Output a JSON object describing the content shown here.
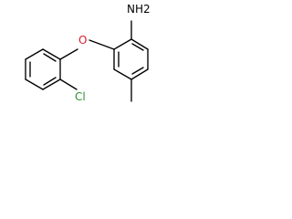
{
  "molecule": {
    "labels": {
      "nh2": "NH2",
      "oxygen": "O",
      "chlorine": "Cl"
    },
    "colors": {
      "bond": "#000000",
      "oxygen": "#e2182a",
      "chlorine": "#2f8f2f",
      "nitrogen": "#000000"
    }
  }
}
